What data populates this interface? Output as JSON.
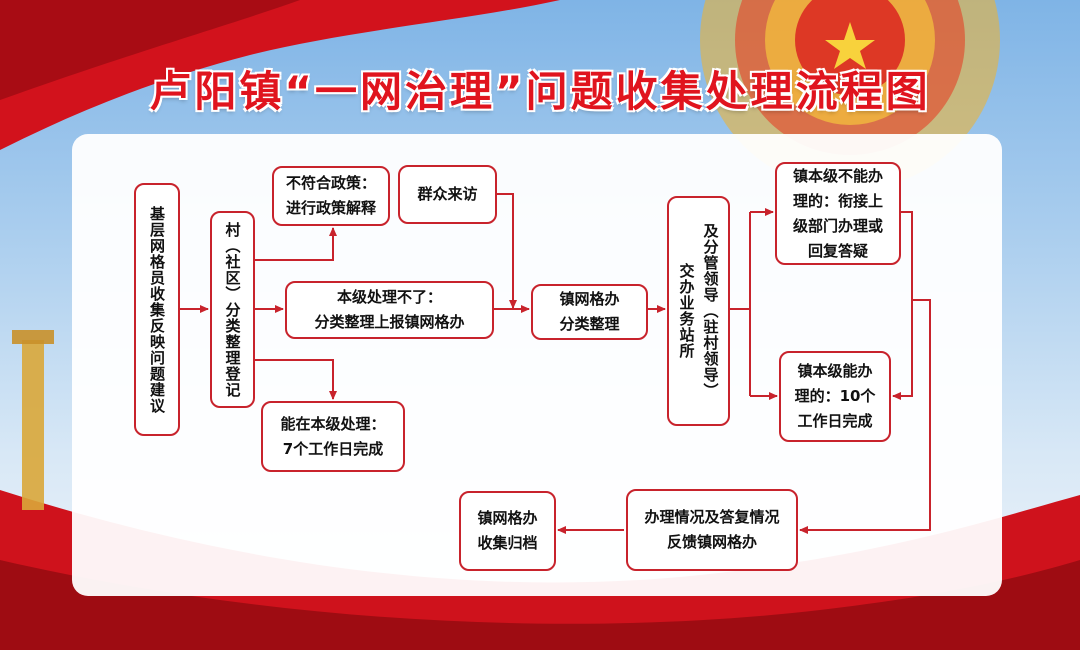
{
  "title": "卢阳镇“一网治理”问题收集处理流程图",
  "colors": {
    "accent": "#c8232c",
    "title": "#e0141e"
  },
  "nodes": {
    "grid_collect": "基层网格员收集反映问题建议",
    "village_register": "村（社区）分类整理登记",
    "policy_explain": "不符合政策：\n进行政策解释",
    "public_visit": "群众来访",
    "report_town": "本级处理不了：\n分类整理上报镇网格办",
    "handle_local": "能在本级处理：\n7个工作日完成",
    "town_sort": "镇网格办\n分类整理",
    "assign_col1": "交办业务站所",
    "assign_col2": "及分管领导（驻村领导）",
    "town_cannot": "镇本级不能办\n理的：衔接上\n级部门办理或\n回复答疑",
    "town_can": "镇本级能办\n理的：10个\n工作日完成",
    "feedback": "办理情况及答复情况\n反馈镇网格办",
    "archive": "镇网格办\n收集归档"
  }
}
